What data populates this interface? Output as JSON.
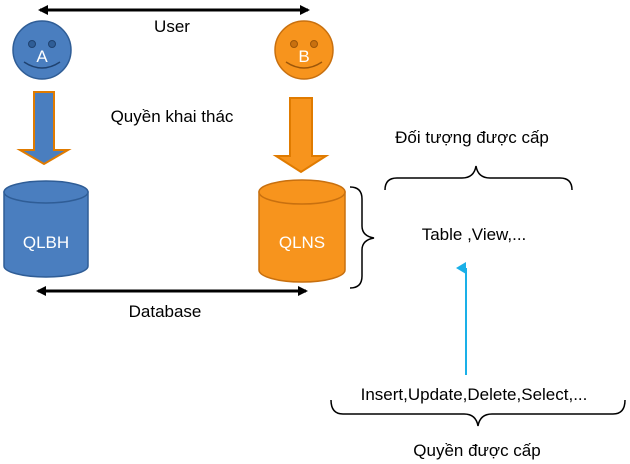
{
  "labels": {
    "user": "User",
    "database": "Database",
    "quyen_khai_thac": "Quyền khai thác",
    "doi_tuong": "Đối tượng được cấp",
    "table_view": "Table  ,View,...",
    "quyen_list": "Insert,Update,Delete,Select,...",
    "quyen_duoc_cap": "Quyền được cấp"
  },
  "users": [
    {
      "label": "A",
      "color": "#4a7ebf"
    },
    {
      "label": "B",
      "color": "#f7941d"
    }
  ],
  "databases": [
    {
      "label": "QLBH",
      "color": "#4a7ebf"
    },
    {
      "label": "QLNS",
      "color": "#f7941d"
    }
  ],
  "colors": {
    "blue": "#4a7ebf",
    "blue_dark": "#2f5d96",
    "orange": "#f7941d",
    "orange_dark": "#c8700f",
    "arrow_cyan": "#1ab0e8",
    "black": "#000000"
  }
}
